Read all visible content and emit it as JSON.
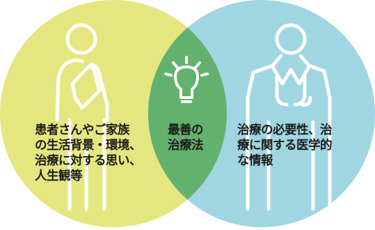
{
  "diagram": {
    "left_text": [
      "患者さんやご家族",
      "の生活背景・環境、",
      "治療に対する思い、",
      "人生観等"
    ],
    "center_text": [
      "最善の",
      "治療法"
    ],
    "right_text": [
      "治療の必要性、治",
      "療に関する医学的",
      "な情報"
    ],
    "colors": {
      "left_circle": "#e6e680",
      "right_circle": "#9fd6e1",
      "overlap": "#63b16e",
      "figure_stroke": "#ffffff"
    },
    "icons": [
      "patient-figure-icon",
      "lightbulb-icon",
      "doctor-figure-icon"
    ]
  }
}
